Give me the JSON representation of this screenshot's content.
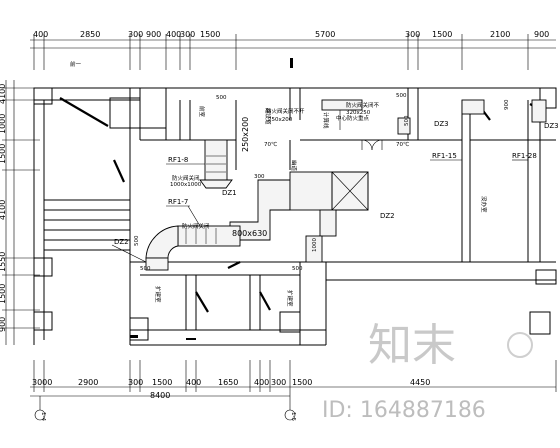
{
  "dimensions_top": [
    "400",
    "2850",
    "300",
    "900",
    "400",
    "300",
    "1500",
    "5700",
    "300",
    "1500",
    "2100",
    "900"
  ],
  "dimensions_bottom": [
    "3000",
    "2900",
    "300",
    "1500",
    "400",
    "1650",
    "400",
    "300",
    "1500",
    "4450"
  ],
  "total_bottom": "8400",
  "dimensions_left": [
    "4100",
    "1000",
    "1500",
    "4100",
    "1550",
    "1500",
    "900"
  ],
  "room_labels": {
    "room1": "前一",
    "room2": "建设道",
    "room3": "幽道",
    "room4": "计算线",
    "room5": "没办室",
    "room6": "前室",
    "room7": "扩建室",
    "room8": "扩建室"
  },
  "tags": {
    "rf1_8": "RF1-8",
    "rf1_7": "RF1-7",
    "rf1_15": "RF1-15",
    "rf1_28": "RF1-28",
    "dz1": "DZ1",
    "dz2": "DZ2",
    "dz3": "DZ3",
    "dz3b": "DZ3",
    "dz2b": "DZ2"
  },
  "duct_sizes": {
    "d250x200_v": "250x200",
    "d250x200_h": "250x200",
    "d1000x1000": "1000x1000",
    "d320x250": "320x250",
    "d800x630": "800x630",
    "d1000": "1000"
  },
  "small_notes": {
    "note1": "防火阀关闭不开",
    "note2": "防火阀关闭",
    "note3": "中心防火重点",
    "note4": "防火阀关闭不",
    "note5": "70℃",
    "note6": "70℃",
    "note7": "防火阀关闭"
  },
  "misc_numbers": {
    "n500a": "500",
    "n500b": "500",
    "n500c": "500",
    "n500d": "500",
    "n500e": "500",
    "n500f": "500",
    "n900": "900",
    "n300": "300"
  },
  "axis_labels": {
    "left": "1-4",
    "right": "1-5"
  },
  "watermark": {
    "brand": "知末",
    "id": "ID: 164887186"
  }
}
